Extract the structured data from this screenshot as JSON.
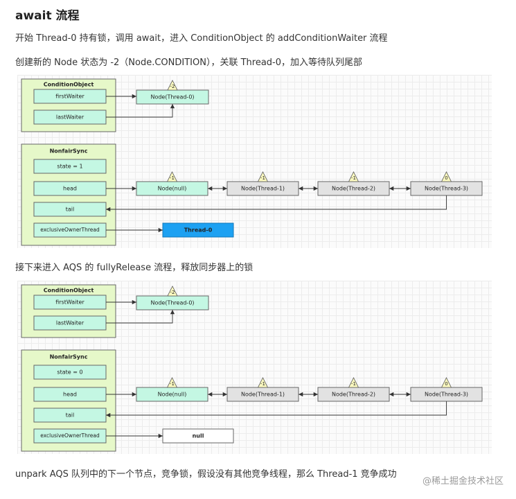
{
  "title": "await 流程",
  "paragraphs": [
    "开始 Thread-0 持有锁，调用 await，进入 ConditionObject 的 addConditionWaiter 流程",
    "创建新的 Node 状态为 -2（Node.CONDITION），关联 Thread-0，加入等待队列尾部",
    "接下来进入 AQS 的 fullyRelease 流程，释放同步器上的锁",
    "unpark AQS 队列中的下一个节点，竞争锁，假设没有其他竞争线程，那么 Thread-1 竞争成功"
  ],
  "watermark": "@稀土掘金技术社区",
  "diagrams": [
    {
      "condition": {
        "title": "ConditionObject",
        "first_waiter": "firstWaiter",
        "last_waiter": "lastWaiter",
        "node_label": "Node(Thread-0)",
        "node_status": "-2"
      },
      "sync": {
        "title": "NonfairSync",
        "state": "state = 1",
        "head": "head",
        "tail": "tail",
        "owner_label": "exclusiveOwnerThread",
        "owner_value": "Thread-0",
        "owner_style": "thread"
      },
      "queue": [
        {
          "label": "Node(null)",
          "status": "-1",
          "style": "cyan"
        },
        {
          "label": "Node(Thread-1)",
          "status": "-1",
          "style": "grey"
        },
        {
          "label": "Node(Thread-2)",
          "status": "-1",
          "style": "grey"
        },
        {
          "label": "Node(Thread-3)",
          "status": "0",
          "style": "grey"
        }
      ]
    },
    {
      "condition": {
        "title": "ConditionObject",
        "first_waiter": "firstWaiter",
        "last_waiter": "lastWaiter",
        "node_label": "Node(Thread-0)",
        "node_status": "-2"
      },
      "sync": {
        "title": "NonfairSync",
        "state": "state = 0",
        "head": "head",
        "tail": "tail",
        "owner_label": "exclusiveOwnerThread",
        "owner_value": "null",
        "owner_style": "null"
      },
      "queue": [
        {
          "label": "Node(null)",
          "status": "-1",
          "style": "cyan"
        },
        {
          "label": "Node(Thread-1)",
          "status": "-1",
          "style": "grey"
        },
        {
          "label": "Node(Thread-2)",
          "status": "-1",
          "style": "grey"
        },
        {
          "label": "Node(Thread-3)",
          "status": "0",
          "style": "grey"
        }
      ]
    }
  ]
}
